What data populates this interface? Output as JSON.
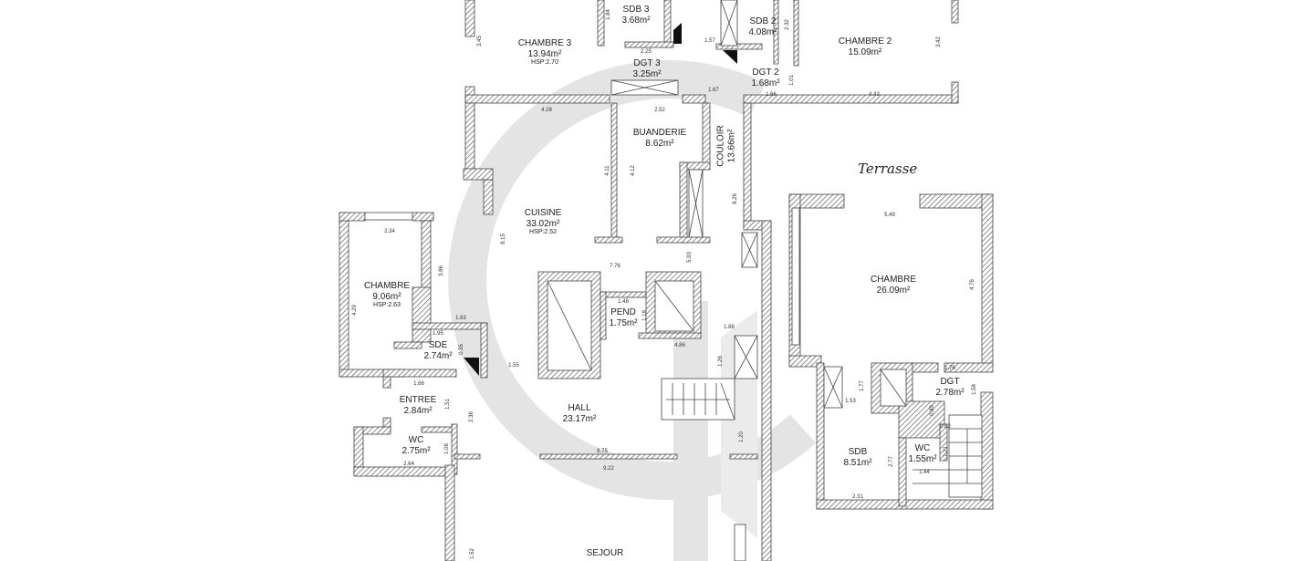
{
  "terrace_label": "Terrasse",
  "rooms": {
    "chambre3": {
      "name": "CHAMBRE 3",
      "area": "13.94m²",
      "hsp": "HSP:2.70"
    },
    "sdb3": {
      "name": "SDB 3",
      "area": "3.68m²"
    },
    "dgt3": {
      "name": "DGT 3",
      "area": "3.25m²"
    },
    "sdb2": {
      "name": "SDB 2",
      "area": "4.08m²"
    },
    "dgt2": {
      "name": "DGT 2",
      "area": "1.68m²"
    },
    "chambre2": {
      "name": "CHAMBRE 2",
      "area": "15.09m²"
    },
    "buanderie": {
      "name": "BUANDERIE",
      "area": "8.62m²"
    },
    "couloir": {
      "name": "COULOIR",
      "area": "13.66m²"
    },
    "cuisine": {
      "name": "CUISINE",
      "area": "33.02m²",
      "hsp": "HSP:2.52"
    },
    "chambre_left": {
      "name": "CHAMBRE",
      "area": "9.06m²",
      "hsp": "HSP:2.63"
    },
    "sde": {
      "name": "SDE",
      "area": "2.74m²"
    },
    "pend": {
      "name": "PEND",
      "area": "1.75m²"
    },
    "entree": {
      "name": "ENTREE",
      "area": "2.84m²"
    },
    "wc_left": {
      "name": "WC",
      "area": "2.75m²"
    },
    "hall": {
      "name": "HALL",
      "area": "23.17m²"
    },
    "sejour": {
      "name": "SEJOUR"
    },
    "chambre_right": {
      "name": "CHAMBRE",
      "area": "26.09m²"
    },
    "dgt_right": {
      "name": "DGT",
      "area": "2.78m²"
    },
    "sdb_right": {
      "name": "SDB",
      "area": "8.51m²"
    },
    "wc_right": {
      "name": "WC",
      "area": "1.55m²"
    }
  },
  "dimensions": {
    "d_345": "3.45",
    "d_184": "1.84",
    "d_225": "2.25",
    "d_157": "1.57",
    "d_232": "2.32",
    "d_342": "3.42",
    "d_167": "1.67",
    "d_166": "1.66",
    "d_101": "1.01",
    "d_443": "4.43",
    "d_428": "4.28",
    "d_252": "2.52",
    "d_411": "4.11",
    "d_412": "4.12",
    "d_826": "8.26",
    "d_815": "8.15",
    "d_234": "2.34",
    "d_386": "3.86",
    "d_429": "4.29",
    "d_776": "7.76",
    "d_593": "5.93",
    "d_148": "1.48",
    "d_118": "1.18",
    "d_163": "1.63",
    "d_195": "1.95",
    "d_155": "1.55",
    "d_486": "4.86",
    "d_188": "1.88",
    "d_126": "1.26",
    "d_166b": "1.66",
    "d_151": "1.51",
    "d_236": "2.36",
    "d_108": "1.08",
    "d_264": "2.64",
    "d_875": "8.75",
    "d_922": "9.22",
    "d_120": "1.20",
    "d_152": "1.52",
    "d_549": "5.49",
    "d_476": "4.76",
    "d_176": "1.76",
    "d_177": "1.77",
    "d_153": "1.53",
    "d_158": "1.58",
    "d_062": "0.62",
    "d_277": "2.77",
    "d_121": "1.21",
    "d_144": "1.44",
    "d_231": "2.31",
    "d_080": "0.80",
    "d_035": "0.35"
  }
}
